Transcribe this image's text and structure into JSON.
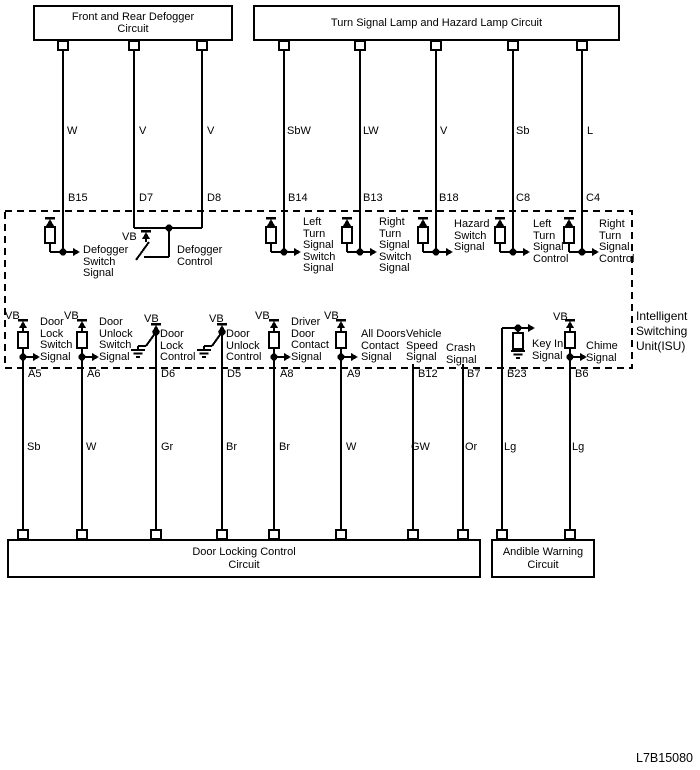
{
  "diagram": {
    "part_number": "L7B15080",
    "vb_label": "VB",
    "isu_label": "Intelligent\nSwitching\nUnit(ISU)",
    "top_boxes": [
      {
        "label": "Front and Rear Defogger\nCircuit"
      },
      {
        "label": "Turn Signal Lamp and Hazard Lamp Circuit"
      }
    ],
    "bottom_boxes": [
      {
        "label": "Door Locking Control\nCircuit"
      },
      {
        "label": "Andible Warning\nCircuit"
      }
    ],
    "top_pins": [
      {
        "pin": "B15",
        "wire_color": "W",
        "signal": "Defogger\nSwitch\nSignal"
      },
      {
        "pin": "D7",
        "wire_color": "V",
        "signal": "Defogger\nControl"
      },
      {
        "pin": "D8",
        "wire_color": "V",
        "signal": ""
      },
      {
        "pin": "B14",
        "wire_color": "SbW",
        "signal": "Left\nTurn\nSignal\nSwitch\nSignal"
      },
      {
        "pin": "B13",
        "wire_color": "LW",
        "signal": "Right\nTurn\nSignal\nSwitch\nSignal"
      },
      {
        "pin": "B18",
        "wire_color": "V",
        "signal": "Hazard\nSwitch\nSignal"
      },
      {
        "pin": "C8",
        "wire_color": "Sb",
        "signal": "Left\nTurn\nSignal\nControl"
      },
      {
        "pin": "C4",
        "wire_color": "L",
        "signal": "Right\nTurn\nSignal\nControl"
      }
    ],
    "bottom_pins": [
      {
        "pin": "A5",
        "wire_color": "Sb",
        "signal": "Door\nLock\nSwitch\nSignal"
      },
      {
        "pin": "A6",
        "wire_color": "W",
        "signal": "Door\nUnlock\nSwitch\nSignal"
      },
      {
        "pin": "D6",
        "wire_color": "Gr",
        "signal": "Door\nLock\nControl"
      },
      {
        "pin": "D5",
        "wire_color": "Br",
        "signal": "Door\nUnlock\nControl"
      },
      {
        "pin": "A8",
        "wire_color": "Br",
        "signal": "Driver\nDoor\nContact\nSignal"
      },
      {
        "pin": "A9",
        "wire_color": "W",
        "signal": "All Doors\nContact\nSignal"
      },
      {
        "pin": "B12",
        "wire_color": "GW",
        "signal": "Vehicle\nSpeed\nSignal"
      },
      {
        "pin": "B7",
        "wire_color": "Or",
        "signal": "Crash\nSignal"
      },
      {
        "pin": "B23",
        "wire_color": "Lg",
        "signal": "Key In\nSignal"
      },
      {
        "pin": "B6",
        "wire_color": "Lg",
        "signal": "Chime\nSignal"
      }
    ],
    "colors": {
      "line": "#000000",
      "background": "#ffffff"
    }
  }
}
